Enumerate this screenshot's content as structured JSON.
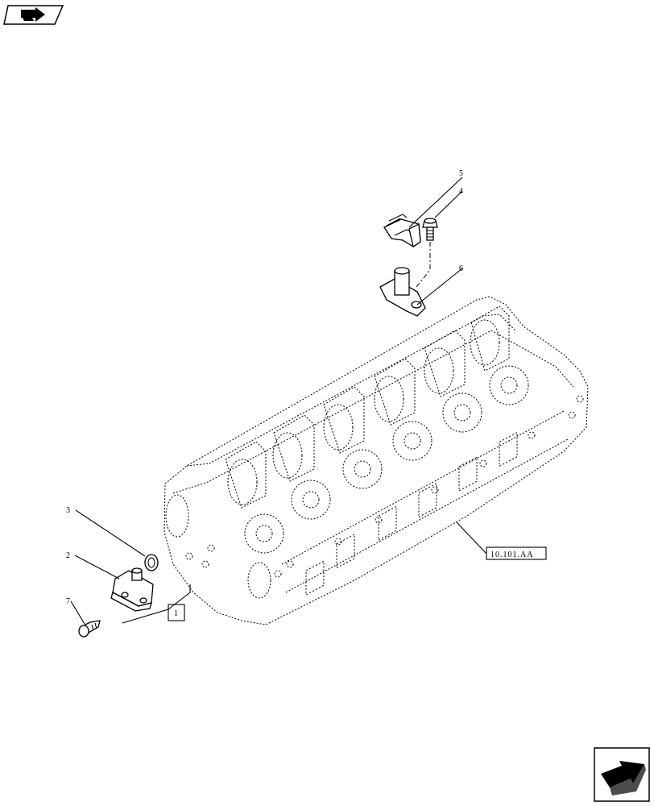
{
  "callouts": {
    "c3": "3",
    "c2": "2",
    "c7": "7",
    "c5": "5",
    "c4": "4",
    "c6": "6"
  },
  "refs": {
    "group_ref": "10.101.AA",
    "kit_ref": "1"
  },
  "icons": {
    "top_left": "prev-page-arrow-icon",
    "bottom_right": "next-page-arrow-icon"
  }
}
